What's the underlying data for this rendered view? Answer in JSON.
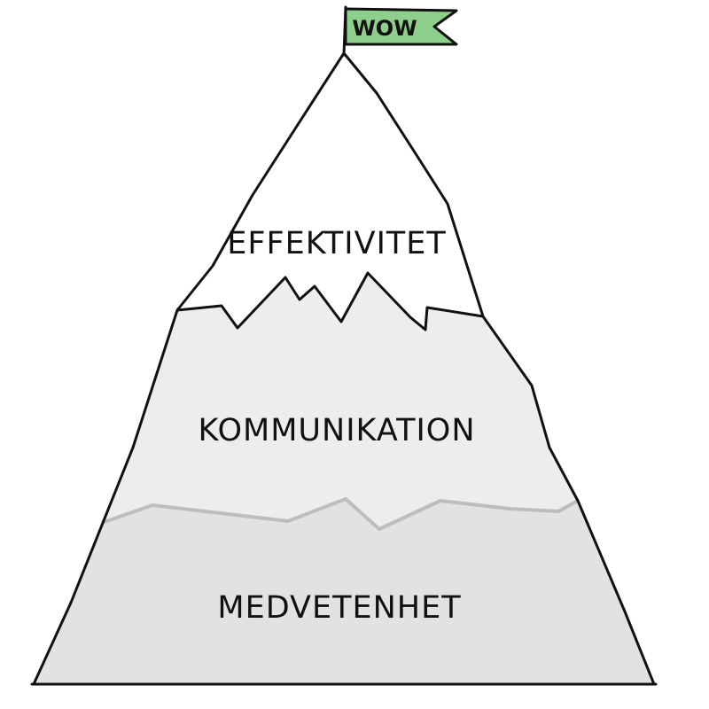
{
  "flag": {
    "text": "WOW",
    "color": "#8ed08b"
  },
  "layers": [
    {
      "id": "top",
      "label": "EFFEKTIVITET",
      "fill": "#ffffff"
    },
    {
      "id": "middle",
      "label": "KOMMUNIKATION",
      "fill": "#ededed"
    },
    {
      "id": "base",
      "label": "MEDVETENHET",
      "fill": "#e2e2e2"
    }
  ],
  "colors": {
    "outline": "#111111",
    "base_seam": "#bdbdbd"
  }
}
